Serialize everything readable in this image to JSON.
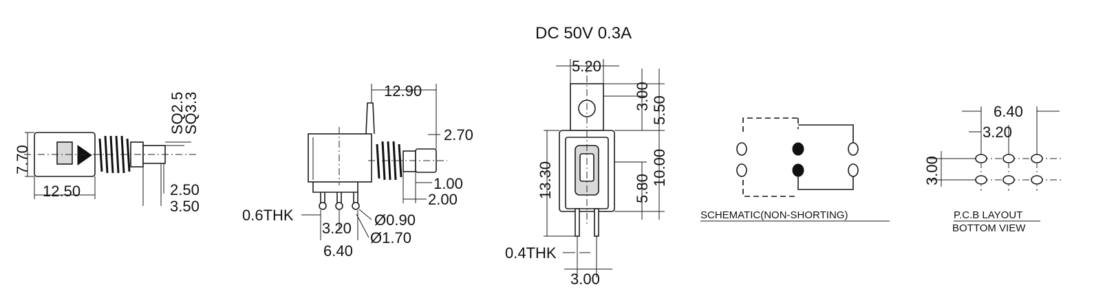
{
  "rating": "DC  50V  0.3A",
  "side_view": {
    "height": "7.70",
    "length": "12.50",
    "sq_small": "SQ2.5",
    "sq_large": "SQ3.3",
    "shaft_a": "2.50",
    "shaft_b": "3.50"
  },
  "front_view": {
    "stroke_len": "12.90",
    "knob_h": "2.70",
    "tip_a": "1.00",
    "tip_b": "2.00",
    "thickness": "0.6THK",
    "pitch": "3.20",
    "span": "6.40",
    "pin_d": "Ø0.90",
    "hole_d": "Ø1.70"
  },
  "end_view": {
    "width": "5.20",
    "top": "3.00",
    "upper": "5.50",
    "body": "13.30",
    "mid": "5.80",
    "full": "10.00",
    "thickness": "0.4THK",
    "pin_pitch": "3.00"
  },
  "schematic": {
    "caption": "SCHEMATIC(NON-SHORTING)"
  },
  "pcb": {
    "span": "6.40",
    "pitch": "3.20",
    "row_pitch": "3.00",
    "caption_1": "P.C.B LAYOUT",
    "caption_2": "BOTTOM VIEW"
  }
}
